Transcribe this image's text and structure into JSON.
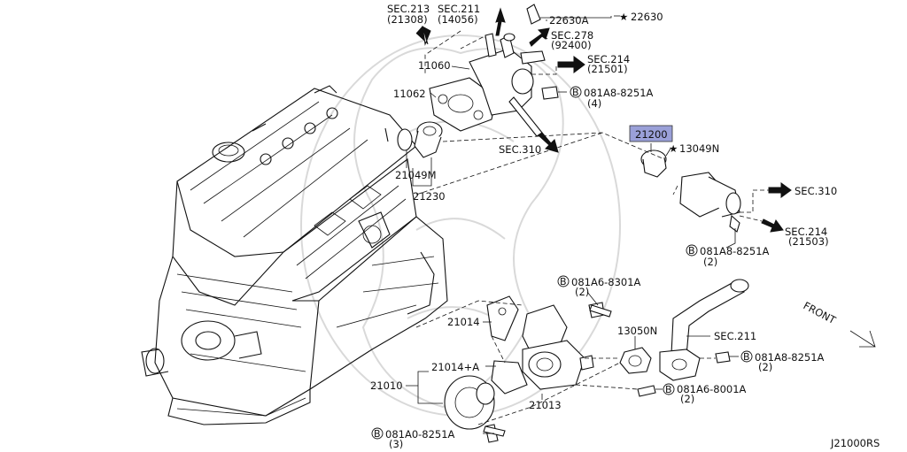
{
  "diagram_code": "J21000RS",
  "front_label": "FRONT",
  "highlight": {
    "part_number": "21200",
    "color": "#9aa0d8"
  },
  "labels": {
    "sec213": "SEC.213",
    "sec213_code": "(21308)",
    "sec211_top": "SEC.211",
    "sec211_top_code": "(14056)",
    "p22630a": "22630A",
    "p22630": "22630",
    "sec278": "SEC.278",
    "sec278_code": "(92400)",
    "p11060": "11060",
    "sec214_top": "SEC.214",
    "sec214_top_code": "(21501)",
    "p11062": "11062",
    "bolt_top": "081A8-8251A",
    "bolt_top_qty": "(4)",
    "sec310_mid": "SEC.310",
    "p13049n": "13049N",
    "p21049m": "21049M",
    "p21230": "21230",
    "sec310_right": "SEC.310",
    "sec214_right": "SEC.214",
    "sec214_right_code": "(21503)",
    "bolt_right": "081A8-8251A",
    "bolt_right_qty": "(2)",
    "bolt_mid": "081A6-8301A",
    "bolt_mid_qty": "(2)",
    "p21014": "21014",
    "p13050n": "13050N",
    "sec211_right": "SEC.211",
    "bolt_hose": "081A8-8251A",
    "bolt_hose_qty": "(2)",
    "p21014a": "21014+A",
    "p21010": "21010",
    "bolt_pump2": "081A6-8001A",
    "bolt_pump2_qty": "(2)",
    "p21013": "21013",
    "bolt_pump": "081A0-8251A",
    "bolt_pump_qty": "(3)"
  },
  "symbols": {
    "bolt_marker": "B",
    "star": "★"
  }
}
